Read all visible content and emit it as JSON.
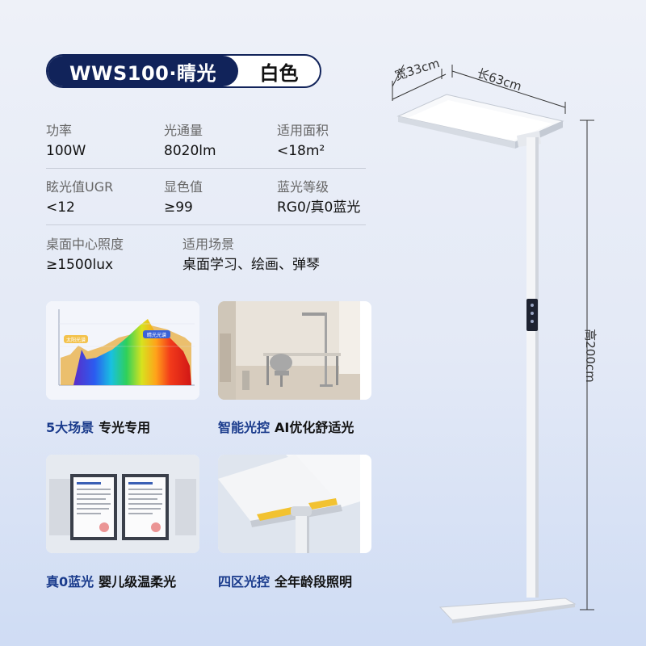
{
  "title": {
    "model": "WWS100·睛光",
    "color": "白色"
  },
  "specs": [
    {
      "label": "功率",
      "value": "100W"
    },
    {
      "label": "光通量",
      "value": "8020lm"
    },
    {
      "label": "适用面积",
      "value": "<18m²"
    },
    {
      "label": "眩光值UGR",
      "value": "<12"
    },
    {
      "label": "显色值",
      "value": "≥99"
    },
    {
      "label": "蓝光等级",
      "value": "RG0/真0蓝光"
    },
    {
      "label": "桌面中心照度",
      "value": "≥1500lux"
    },
    {
      "label": "适用场景",
      "value": "桌面学习、绘画、弹琴"
    }
  ],
  "features": [
    {
      "highlight": "5大场景",
      "text": "专光专用",
      "image": "spectrum-chart",
      "badges": [
        "太阳光谱",
        "睛光光谱"
      ]
    },
    {
      "highlight": "智能光控",
      "text": "AI优化舒适光",
      "image": "study-room-photo"
    },
    {
      "highlight": "真0蓝光",
      "text": "婴儿级温柔光",
      "image": "certificates-photo"
    },
    {
      "highlight": "四区光控",
      "text": "全年龄段照明",
      "image": "lamp-head-closeup"
    }
  ],
  "dimensions": {
    "width": "宽33cm",
    "length": "长63cm",
    "height": "高200cm"
  },
  "colors": {
    "navy": "#11235a",
    "accent_text": "#1a3b8c"
  }
}
